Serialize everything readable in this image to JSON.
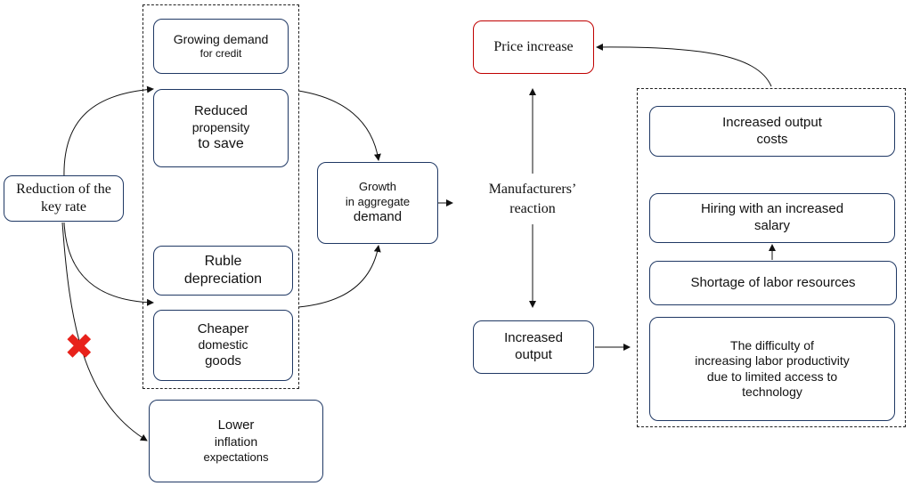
{
  "left_group": {
    "growing_demand": [
      "Growing demand",
      "for credit"
    ],
    "reduced_propensity": [
      "Reduced",
      "propensity",
      "to save"
    ],
    "ruble_depreciation": [
      "Ruble",
      "depreciation"
    ],
    "cheaper_goods": [
      "Cheaper",
      "domestic",
      "goods"
    ]
  },
  "key_rate": [
    "Reduction of the",
    "key rate"
  ],
  "lower_inflation": [
    "Lower",
    "inflation",
    "expectations"
  ],
  "growth_demand": [
    "Growth",
    "in aggregate",
    "demand"
  ],
  "manufacturers_reaction": [
    "Manufacturers’",
    "reaction"
  ],
  "price_increase": "Price increase",
  "increased_output": [
    "Increased",
    "output"
  ],
  "right_group": {
    "output_costs": [
      "Increased output",
      "costs"
    ],
    "hiring": [
      "Hiring with an increased",
      "salary"
    ],
    "shortage": "Shortage of labor resources",
    "difficulty": [
      "The difficulty of",
      "increasing labor productivity",
      "due to limited access to",
      "technology"
    ]
  },
  "colors": {
    "box_border": "#1f3864",
    "price_border": "#c00000",
    "blocked_mark": "#e8221b"
  },
  "icons": {
    "blocked": "cross-mark"
  },
  "cross_symbol": "✖"
}
